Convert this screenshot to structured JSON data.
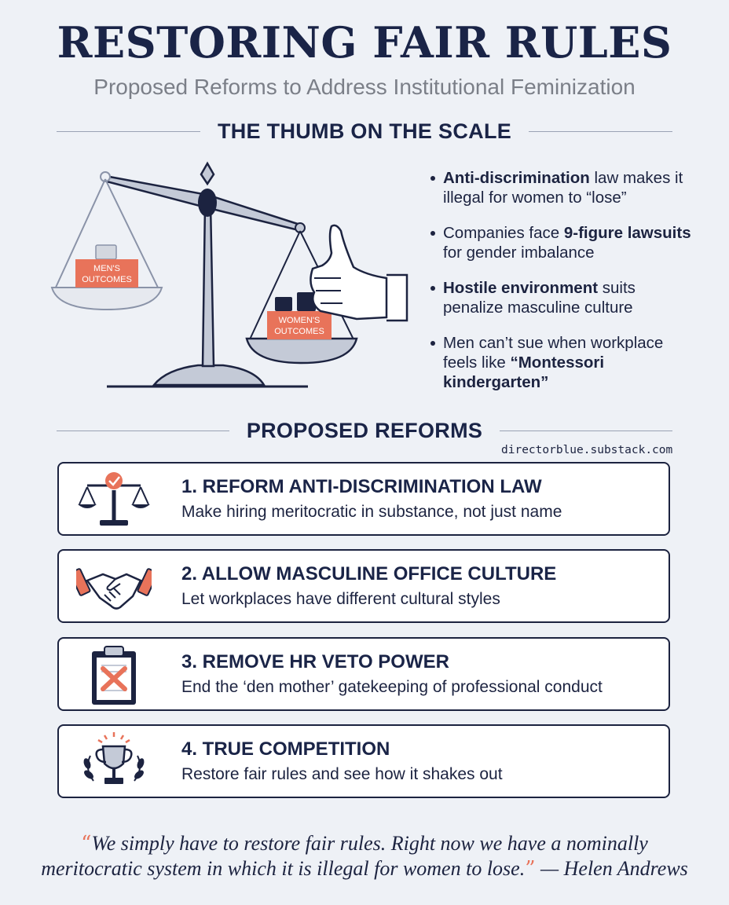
{
  "header": {
    "title": "RESTORING FAIR RULES",
    "subtitle": "Proposed Reforms to Address Institutional Feminization"
  },
  "section1": {
    "heading": "THE THUMB ON THE SCALE",
    "scale_left_label_1": "MEN'S",
    "scale_left_label_2": "OUTCOMES",
    "scale_right_label_1": "WOMEN'S",
    "scale_right_label_2": "OUTCOMES",
    "bullets": [
      {
        "bold": "Anti-discrimination",
        "rest": " law makes it illegal for women to “lose”"
      },
      {
        "pre": "Companies face ",
        "bold": "9-figure lawsuits",
        "rest": " for gender imbalance"
      },
      {
        "bold": "Hostile environment",
        "rest": " suits penalize masculine culture"
      },
      {
        "pre": "Men can’t sue when workplace feels like ",
        "bold": "“Montessori kindergarten”"
      }
    ]
  },
  "section2": {
    "heading": "PROPOSED REFORMS",
    "source": "directorblue.substack.com",
    "reforms": [
      {
        "title": "1. REFORM ANTI-DISCRIMINATION LAW",
        "desc": "Make hiring meritocratic in substance, not just name",
        "icon": "scale-check-icon"
      },
      {
        "title": "2. ALLOW MASCULINE OFFICE CULTURE",
        "desc": "Let workplaces have different cultural styles",
        "icon": "handshake-icon"
      },
      {
        "title": "3. REMOVE HR VETO POWER",
        "desc": "End the ‘den mother’ gatekeeping of professional conduct",
        "icon": "clipboard-x-icon"
      },
      {
        "title": "4. TRUE COMPETITION",
        "desc": "Restore fair rules and see how it shakes out",
        "icon": "trophy-icon"
      }
    ]
  },
  "quote": {
    "open": "“",
    "text": "We simply have to restore fair rules. Right now we have a nominally meritocratic system in which it is illegal for women to lose.",
    "close": "”",
    "author": " — Helen Andrews"
  },
  "colors": {
    "navy": "#1c2340",
    "accent": "#e8735a",
    "background": "#eef1f6"
  }
}
